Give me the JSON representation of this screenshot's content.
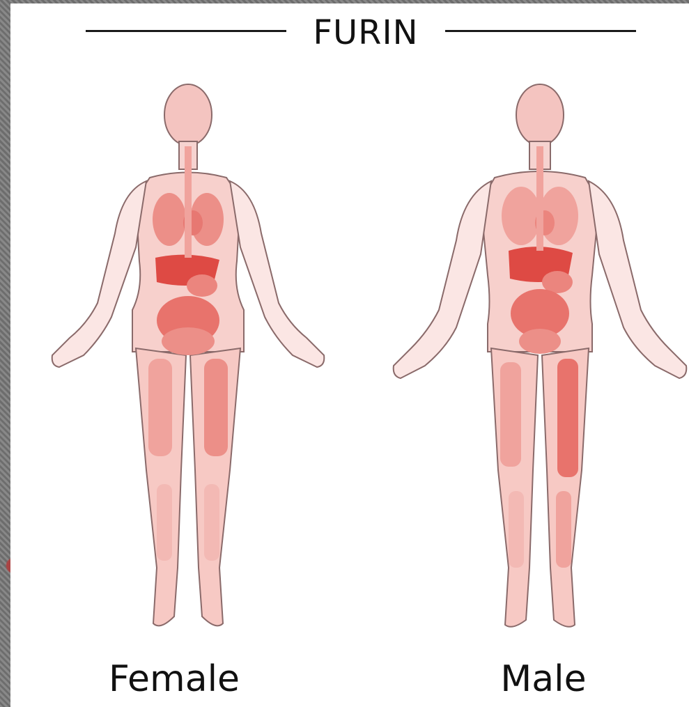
{
  "title": "FURIN",
  "figures": {
    "female": {
      "label": "Female"
    },
    "male": {
      "label": "Male"
    }
  },
  "colors": {
    "outline": "#8a6a6a",
    "tissue_light": "#f4c4c0",
    "tissue_mid": "#ec8f88",
    "tissue_dark": "#de4a44",
    "title_rule": "#1a1a1a"
  }
}
